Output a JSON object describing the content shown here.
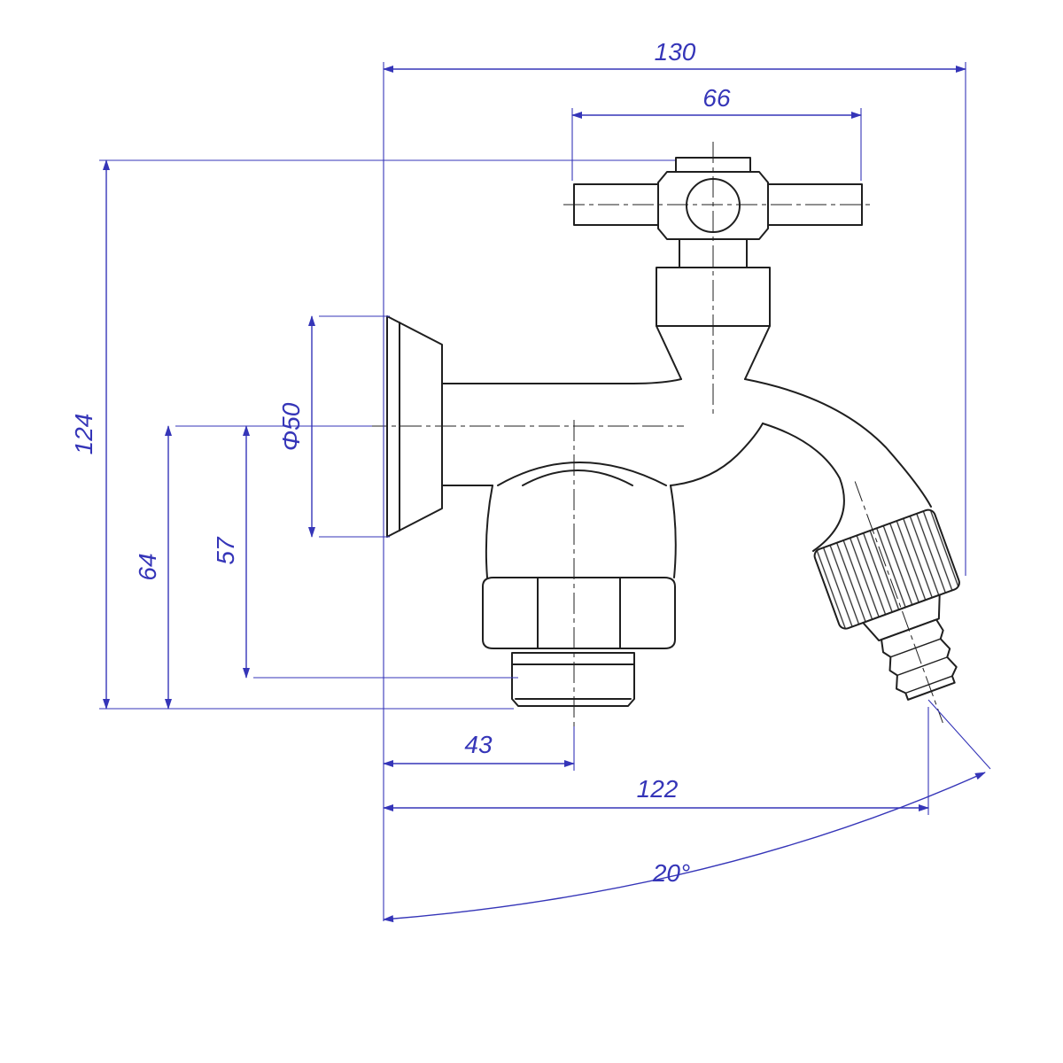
{
  "drawing": {
    "subject": "wall-mounted double bib tap with hose union, dimensioned technical drawing"
  },
  "colors": {
    "background": "#ffffff",
    "outline": "#1f1f1f",
    "dimension": "#3535b8"
  },
  "dims": {
    "total_width": "130",
    "handle_span": "66",
    "total_height": "124",
    "axis_to_bottom": "64",
    "axis_to_outlet": "57",
    "flange_diameter": "Φ50",
    "wall_to_outlet_axis": "43",
    "wall_to_hose_tip": "122",
    "outlet_angle": "20°"
  }
}
